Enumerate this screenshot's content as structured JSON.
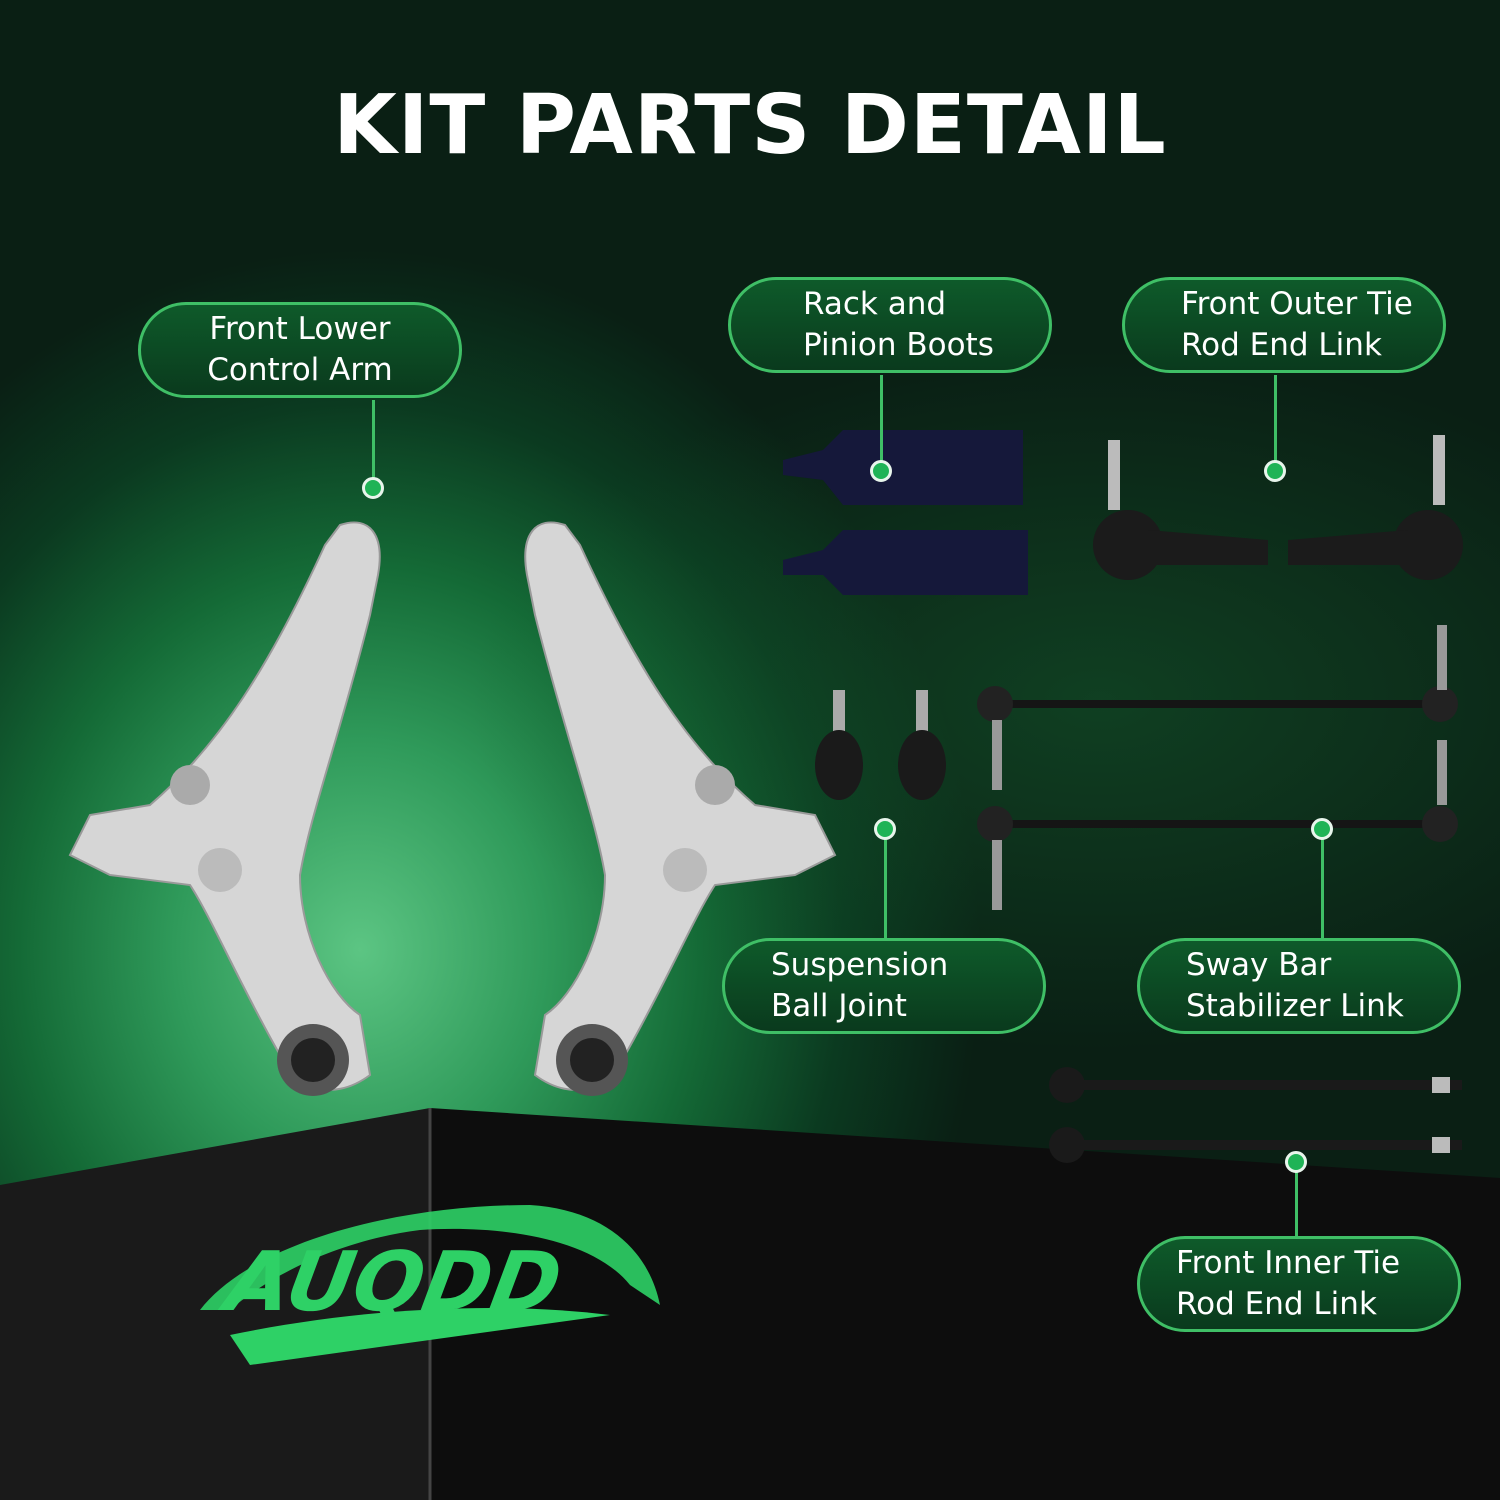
{
  "title": "KIT PARTS DETAIL",
  "brand": "AUQDD",
  "labels": {
    "control_arm": [
      "Front Lower",
      "Control Arm"
    ],
    "rack_boots": [
      "Rack and",
      "Pinion Boots"
    ],
    "outer_tie_rod": [
      "Front Outer Tie",
      "Rod End Link"
    ],
    "ball_joint": [
      "Suspension",
      "Ball Joint"
    ],
    "sway_bar": [
      "Sway Bar",
      "Stabilizer Link"
    ],
    "inner_tie_rod": [
      "Front Inner Tie",
      "Rod End Link"
    ]
  },
  "colors": {
    "accent": "#3fbf66",
    "dot": "#1fb356",
    "logo": "#2ed166"
  }
}
